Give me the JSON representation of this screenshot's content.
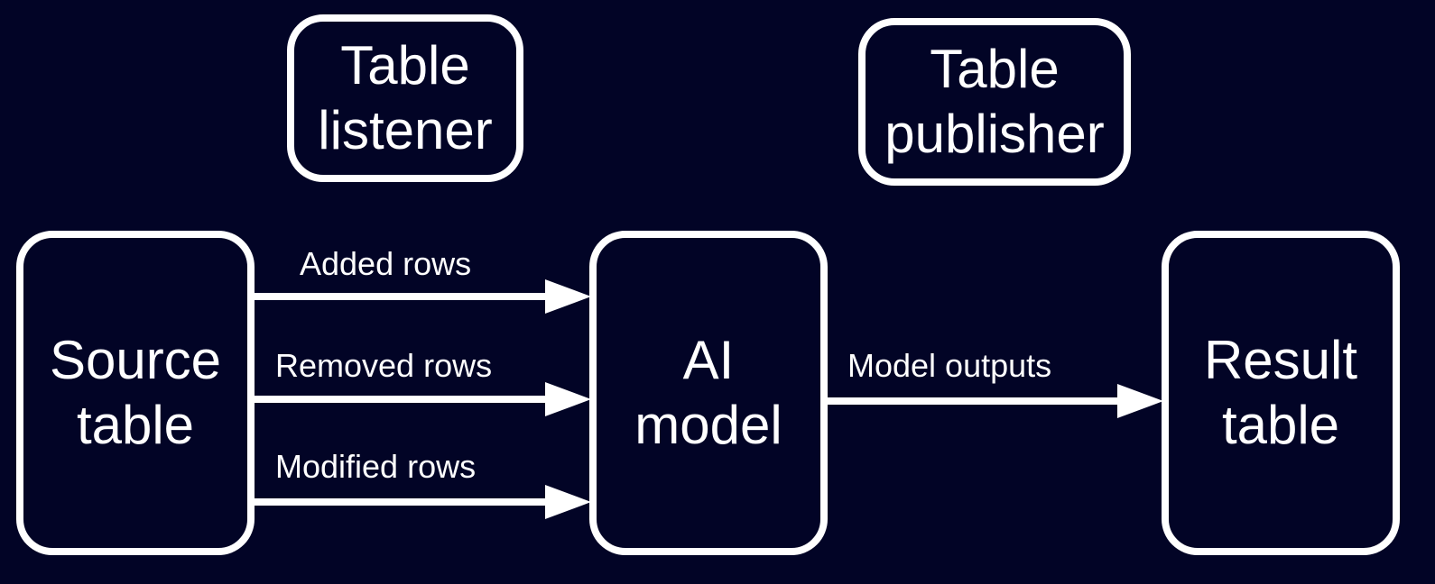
{
  "diagram": {
    "background_color": "#020426",
    "stroke_color": "#ffffff",
    "nodes": {
      "table_listener": "Table\nlistener",
      "table_publisher": "Table\npublisher",
      "source_table": "Source\ntable",
      "ai_model": "AI\nmodel",
      "result_table": "Result\ntable"
    },
    "edges": {
      "added_rows": "Added rows",
      "removed_rows": "Removed rows",
      "modified_rows": "Modified rows",
      "model_outputs": "Model outputs"
    }
  }
}
